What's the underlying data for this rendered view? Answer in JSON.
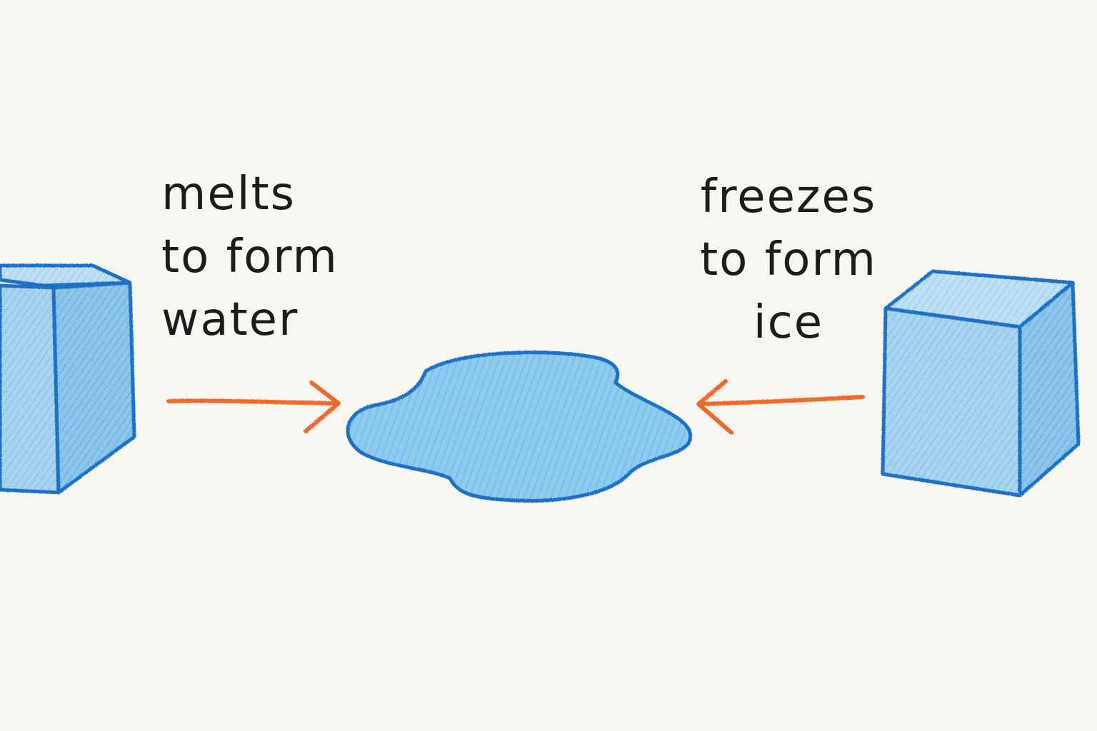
{
  "labels": {
    "melt": [
      "melts",
      "to form",
      "water"
    ],
    "freeze": [
      "freezes",
      "to form",
      "ice"
    ]
  },
  "colors": {
    "ice_fill": "#a9d4ef",
    "ice_stroke": "#1e6fc6",
    "water_fill": "#8ecbee",
    "water_stroke": "#1e6fc6",
    "arrow": "#ee6a2c",
    "text": "#1c1c1c",
    "background": "#f8f6f1"
  }
}
